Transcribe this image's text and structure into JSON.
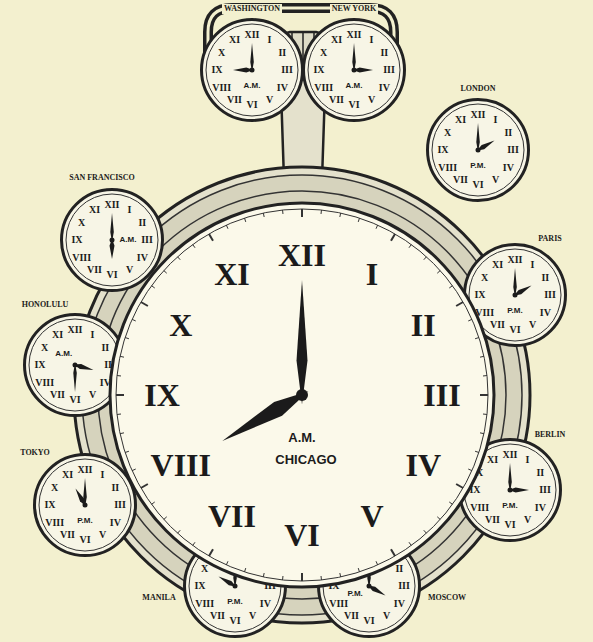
{
  "diagram": {
    "nodes": [
      {
        "text": [
          "WASHINGTON",
          "A.M."
        ]
      },
      {
        "text": [
          "NEW YORK",
          "A.M."
        ]
      },
      {
        "text": [
          "LONDON",
          "P.M."
        ]
      },
      {
        "text": [
          "PARIS",
          "P.M."
        ]
      },
      {
        "text": [
          "BERLIN",
          "P.M."
        ]
      },
      {
        "text": [
          "MOSCOW",
          "P.M."
        ]
      },
      {
        "text": [
          "MANILA",
          "P.M."
        ]
      },
      {
        "text": [
          "TOKYO",
          "P.M."
        ]
      },
      {
        "text": [
          "HONOLULU",
          "A.M."
        ]
      },
      {
        "text": [
          "SAN FRANCISCO",
          "A.M."
        ]
      },
      {
        "text": [
          "A.M.",
          "CHICAGO"
        ]
      }
    ],
    "labels": [
      "XII",
      "I",
      "II",
      "III",
      "IV",
      "V",
      "VI",
      "VII",
      "VIII",
      "IX",
      "X",
      "XI",
      "XII",
      "I",
      "II",
      "III",
      "IV",
      "V",
      "VI",
      "VII",
      "VIII",
      "IX",
      "X",
      "XI",
      "XII",
      "I",
      "II",
      "III",
      "IV",
      "V",
      "VI",
      "VII",
      "VIII",
      "IX",
      "X",
      "XI",
      "XII",
      "I",
      "II",
      "III",
      "IV",
      "V",
      "VI",
      "VII",
      "VIII",
      "IX",
      "X",
      "XI",
      "XII",
      "I",
      "II",
      "III",
      "IV",
      "V",
      "VI",
      "VII",
      "VIII",
      "IX",
      "X",
      "XI",
      "XII",
      "I",
      "II",
      "III",
      "IV",
      "V",
      "VI",
      "VII",
      "VIII",
      "IX",
      "X",
      "XI",
      "XII",
      "I",
      "II",
      "III",
      "IV",
      "V",
      "VI",
      "VII",
      "VIII",
      "IX",
      "X",
      "XI",
      "XII",
      "I",
      "II",
      "III",
      "IV",
      "V",
      "VI",
      "VII",
      "VIII",
      "IX",
      "X",
      "XI",
      "XII",
      "I",
      "II",
      "III",
      "IV",
      "V",
      "VI",
      "VII",
      "VIII",
      "IX",
      "X",
      "XI",
      "XII",
      "I",
      "II",
      "III",
      "IV",
      "V",
      "VI",
      "VII",
      "VIII",
      "IX",
      "X",
      "XI",
      "XII",
      "I",
      "II",
      "III",
      "IV",
      "V",
      "VI",
      "VII",
      "VIII",
      "IX",
      "X",
      "XI"
    ]
  }
}
